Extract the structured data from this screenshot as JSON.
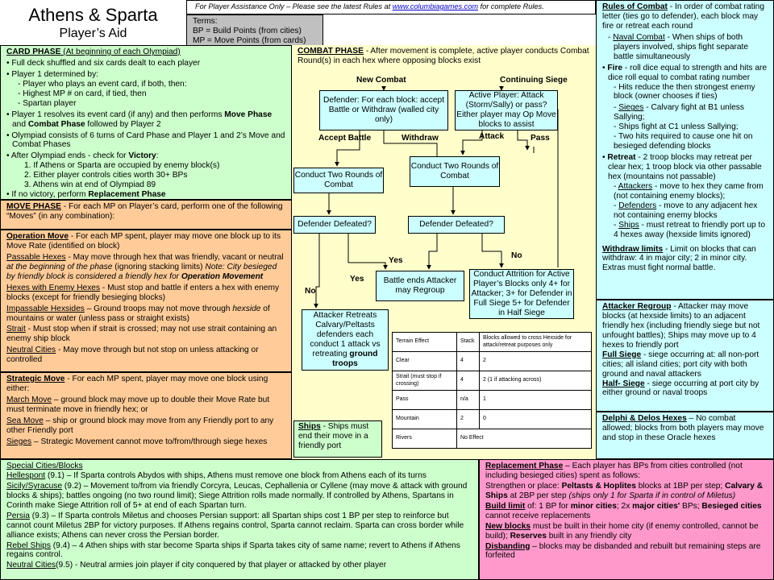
{
  "title": {
    "line1": "Athens & Sparta",
    "line2": "Player’s Aid"
  },
  "assist": {
    "prefix": "For Player Assistance Only – Please see the latest Rules at ",
    "link": "www.columbiagames.com",
    "suffix": " for complete Rules."
  },
  "terms": {
    "heading": "Terms:",
    "bp": "BP = Build Points (from cities)",
    "mp": "MP = Move Points (from cards)"
  },
  "card_phase": {
    "heading": "CARD PHASE",
    "heading_note": " (At beginning of each Olympiad)",
    "b1": "Full deck shuffled and six cards dealt to each player",
    "b2": "Player 1 determined by:",
    "b2a": "- Player who plays an event card, if both, then:",
    "b2b": "- Highest MP # on card, if tied, then",
    "b2c": "- Spartan player",
    "b3_pre": "Player 1 resolves its event card (if any) and then performs ",
    "b3_move": "Move Phase",
    "b3_mid": " and ",
    "b3_combat": "Combat Phase",
    "b3_post": " followed by Player 2",
    "b4": "Olympiad consists of 6 turns of Card Phase and Player 1 and 2’s Move and Combat Phases",
    "b5_pre": "After Olympiad ends - check for ",
    "b5_victory": "Victory",
    "b5_post": ":",
    "v1": "1.  If Athens or Sparta are occupied by enemy block(s)",
    "v2": "2.  Either player controls cities worth 30+ BPs",
    "v3": "3.  Athens win at end of Olympiad 89",
    "b6_pre": "If no victory, perform ",
    "b6_bold": "Replacement Phase"
  },
  "move_phase": {
    "heading": "MOVE PHASE",
    "text": " - For each MP on Player’s card, perform one of the following “Moves” (in any combination):"
  },
  "op_move": {
    "heading": "Operation Move",
    "text": " - For each MP spent, player may move one block up to its Move Rate (identified on block)",
    "p1_h": "Passable Hexes",
    "p1": " - May move through hex that was friendly, vacant or neutral ",
    "p1_it": "at the beginning of the phase",
    "p1_b": " (ignoring stacking limits) ",
    "p1_note": "Note: City besieged by friendly block is considered a friendly hex for ",
    "p1_note_b": "Operation Movement",
    "p2_h": "Hexes with Enemy Hexes",
    "p2": " - Must stop and battle if enters a hex with enemy blocks (except for friendly besieging blocks)",
    "p3_h": "Impassable Hexsides",
    "p3": " – Ground troops may not move through ",
    "p3_it": "hexside",
    "p3_b": " of mountains or water (unless pass or straight exists)",
    "p4_h": "Strait",
    "p4": "  - Must stop when if strait is crossed; may not use strait containing an enemy ship block",
    "p5_h": "Neutral Cities",
    "p5": " - May move through but not stop on unless attacking or controlled"
  },
  "strat_move": {
    "heading": "Strategic Move",
    "text": " - For each MP spent, player may move one block using either:",
    "p1_h": "March Move",
    "p1": " – ground block may move up to double their Move Rate but must terminate move in friendly hex; or",
    "p2_h": "Sea Move",
    "p2": " – ship or ground block may move from any Friendly port to any other Friendly port",
    "p3_h": "Sieges",
    "p3": " – Strategic Movement cannot move to/from/through siege hexes"
  },
  "combat": {
    "heading": "COMBAT PHASE",
    "text": " - After movement is complete, active player conducts Combat Round(s) in each hex where opposing blocks exist",
    "new_combat": "New Combat",
    "continuing_siege": "Continuing Siege",
    "defender_box": "Defender: For each block: accept Battle or Withdraw (walled city only)",
    "active_box": "Active Player: Attack (Storm/Sally) or pass? Either player may Op Move blocks to assist",
    "accept_battle": "Accept Battle",
    "withdraw": "Withdraw",
    "attack": "Attack",
    "pass": "Pass",
    "two_rounds_left": "Conduct Two Rounds of Combat",
    "two_rounds_right": "Conduct Two Rounds of Combat",
    "def_defeated_left": "Defender Defeated?",
    "def_defeated_right": "Defender Defeated?",
    "yes1": "Yes",
    "no1": "No",
    "yes2": "Yes",
    "no2": "No",
    "battle_ends": "Battle ends Attacker may Regroup",
    "attrition": "Conduct Attrition for Active Player’s Blocks only 4+ for Attacker; 3+ for Defender in Full Siege 5+ for Defender in Half Siege",
    "retreats_l1": "Attacker Retreats Calvary/Peltasts defenders each conduct 1 attack vs retreating ",
    "retreats_b": "ground troops",
    "ships_h": "Ships",
    "ships": " - Ships must end their move in a friendly port"
  },
  "terrain_table": {
    "headers": [
      "Terrain Effect",
      "Stack",
      "Blocks allowed to cross Hexside for attack/retreat purposes only"
    ],
    "rows": [
      [
        "Clear",
        "4",
        "2"
      ],
      [
        "Strait (must stop if crossing)",
        "4",
        "2 (1 if attacking across)"
      ],
      [
        "Pass",
        "n/a",
        "1"
      ],
      [
        "Mountain",
        "2",
        "0"
      ],
      [
        "Rivers",
        "No Effect",
        ""
      ]
    ]
  },
  "rules_combat": {
    "h": "Rules of Combat",
    "t": " - In order of combat rating letter (ties go to defender), each block may fire or retreat each round",
    "naval_h": "Naval Combat",
    "naval": " - When ships of both players involved, ships fight separate battle simultaneously",
    "fire_h": "Fire",
    "fire": " - roll dice equal to strength and hits are dice roll equal to combat rating number",
    "fire2": "- Hits reduce the then strongest enemy block (owner chooses if ties)",
    "sieges_h": "Sieges",
    "sieges": " - Calvary fight at B1 unless Sallying;",
    "sieges2": "- Ships fight at C1 unless Sallying;",
    "sieges3": "- Two hits required to cause one hit on besieged defending blocks",
    "retreat_h": "Retreat",
    "retreat": " - 2 troop blocks may retreat per clear hex; 1 troop block via other passable hex (mountains not passable)",
    "att_h": "Attackers",
    "att": " - move to hex they came from (not containing enemy blocks);",
    "def_h": "Defenders",
    "def": " - move to any adjacent hex not containing enemy blocks",
    "ships_h": "Ships",
    "ships": " - must retreat to friendly port up to 4 hexes away (hexside limits ignored)",
    "wl_h": "Withdraw limits",
    "wl": " - Limit on blocks that can withdraw: 4 in major city; 2 in minor city. Extras must fight normal battle."
  },
  "regroup": {
    "h": "Attacker Regroup",
    "t": " - Attacker may move blocks (at hexside limits) to an adjacent friendly hex (including friendly siege but not unfought battles); Ships may move up to 4 hexes to friendly port",
    "full_h": "Full Siege",
    "full": " - siege occurring at: all non-port cities; all island cities; port city with both ground and naval attackers",
    "half_h": "Half- Siege",
    "half": " - siege occurring at port city by either ground or naval troops"
  },
  "delphi": {
    "h": "Delphi & Delos Hexes",
    "t": " – No combat allowed; blocks from both players may move and stop in these Oracle hexes"
  },
  "special": {
    "heading": "Special Cities/Blocks",
    "hel_h": "Hellespont",
    "hel": " (9.1) – If Sparta controls Abydos with ships, Athens must remove one block from Athens each of its turns",
    "sic_h": "Sicily/Syracuse",
    "sic": " (9.2) – Movement to/from via friendly Corcyra, Leucas, Cephallenia or Cyllene (may move & attack with ground blocks & ships); battles ongoing (no two round limit); Siege Attrition rolls made normally.  If controlled by Athens, Spartans in Corinth make Siege Attrition roll of 5+ at end of each Spartan turn.",
    "per_h": "Persia",
    "per": " (9.3) – If Sparta controls Miletus and chooses Persian support: all Spartan ships cost 1 BP per step to reinforce but cannot count Miletus 2BP for victory purposes.  If Athens regains control, Sparta cannot reclaim. Sparta can cross border while alliance exists; Athens can never cross the Persian border.",
    "reb_h": "Rebel Ships",
    "reb": " (9.4) – 4 Athen ships with star become Sparta ships if Sparta takes city of same name; revert to Athens if Athens regains control.",
    "neu_h": "Neutral Cities",
    "neu": "(9.5) - Neutral armies join player if city conquered by that player or attacked by other player"
  },
  "replace": {
    "h": "Replacement Phase",
    "t": " – Each player has BPs from cities controlled (not including besieged cities) spent as follows:",
    "s1": "Strengthen or place: ",
    "s1b": "Peltasts & Hoplites",
    "s1c": " blocks at 1BP per step; ",
    "s1d": "Calvary & Ships",
    "s1e": " at 2BP per step ",
    "s1it": "(ships only 1 for Sparta if in control of Miletus)",
    "bi_h": "Build limit",
    "bi": " of: 1 BP for ",
    "bi_b1": "minor cities",
    "bi2": "; 2x ",
    "bi_b2": "major cities'",
    "bi3": " BPs; ",
    "bi_b3": "Besieged cities",
    "bi4": " cannot receive replacements",
    "nb_h": "New blocks",
    "nb": " must be built in their home city (if enemy controlled, cannot be build); ",
    "nb_b": "Reserves",
    "nb2": " built in any friendly city",
    "dis_h": "Disbanding",
    "dis": " – blocks may be disbanded and rebuilt but remaining steps are forfeited"
  },
  "colors": {
    "green": "#ccffcc",
    "orange": "#ffcc99",
    "yellow": "#ffffcc",
    "cyan": "#ccffff",
    "pink": "#ff99cc",
    "gray": "#c0c0c0"
  }
}
